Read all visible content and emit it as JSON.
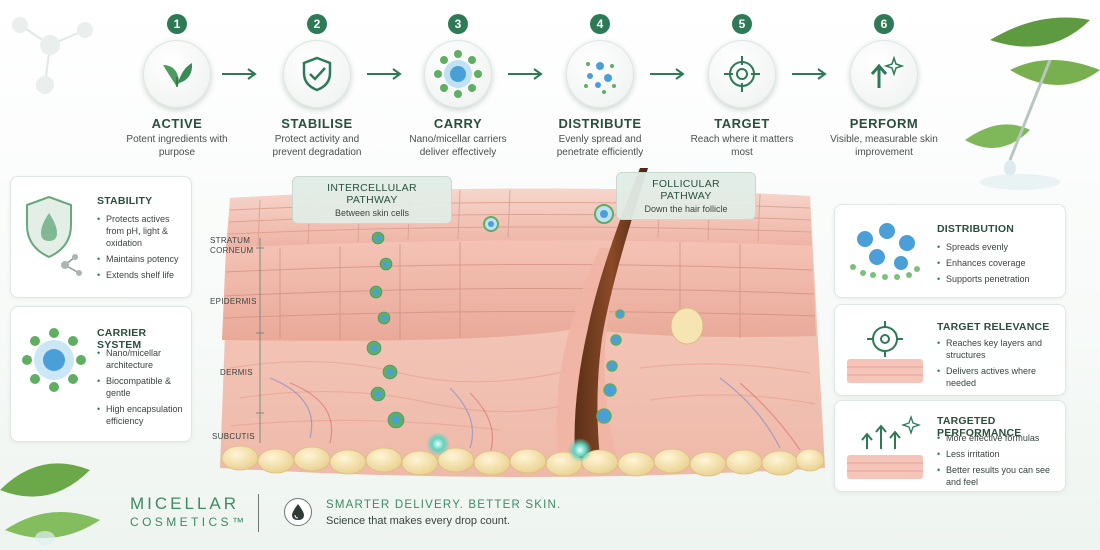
{
  "steps": [
    {
      "num": "1",
      "title": "ACTIVE",
      "desc": "Potent ingredients with purpose",
      "icon": "leaf-icon"
    },
    {
      "num": "2",
      "title": "STABILISE",
      "desc": "Protect activity and prevent degradation",
      "icon": "shield-check-icon"
    },
    {
      "num": "3",
      "title": "CARRY",
      "desc": "Nano/micellar carriers deliver effectively",
      "icon": "micelle-icon"
    },
    {
      "num": "4",
      "title": "DISTRIBUTE",
      "desc": "Evenly spread and penetrate efficiently",
      "icon": "dots-spread-icon"
    },
    {
      "num": "5",
      "title": "TARGET",
      "desc": "Reach where it matters most",
      "icon": "crosshair-icon"
    },
    {
      "num": "6",
      "title": "PERFORM",
      "desc": "Visible, measurable skin improvement",
      "icon": "arrow-up-sparkle-icon"
    }
  ],
  "left_panels": [
    {
      "title": "STABILITY",
      "icon": "shield-drop-icon",
      "bullets": [
        "Protects actives from pH, light & oxidation",
        "Maintains potency",
        "Extends shelf life"
      ]
    },
    {
      "title": "CARRIER SYSTEM",
      "icon": "micelle-icon",
      "bullets": [
        "Nano/micellar architecture",
        "Biocompatible & gentle",
        "High encapsulation efficiency"
      ]
    }
  ],
  "right_panels": [
    {
      "title": "DISTRIBUTION",
      "icon": "micelle-cluster-icon",
      "bullets": [
        "Spreads evenly",
        "Enhances coverage",
        "Supports penetration"
      ]
    },
    {
      "title": "TARGET RELEVANCE",
      "icon": "target-skin-icon",
      "bullets": [
        "Reaches key layers and structures",
        "Delivers actives where needed"
      ]
    },
    {
      "title": "TARGETED PERFORMANCE",
      "icon": "arrows-up-skin-icon",
      "bullets": [
        "More effective formulas",
        "Less irritation",
        "Better results you can see and feel"
      ]
    }
  ],
  "skin": {
    "layers": [
      "STRATUM CORNEUM",
      "EPIDERMIS",
      "DERMIS",
      "SUBCUTIS"
    ],
    "intercellular": {
      "title": "INTERCELLULAR PATHWAY",
      "sub": "Between skin cells"
    },
    "follicular": {
      "title": "FOLLICULAR PATHWAY",
      "sub": "Down the hair follicle"
    }
  },
  "footer": {
    "brand_line1": "MICELLAR",
    "brand_line2": "COSMETICS™",
    "tagline": "SMARTER DELIVERY. BETTER SKIN.",
    "subline": "Science that makes every drop count."
  },
  "colors": {
    "brand_green": "#2e7a57",
    "skin_pink": "#f0b7a9",
    "fat_yellow": "#f3dfa8",
    "micelle_blue": "#4a9fd8"
  }
}
